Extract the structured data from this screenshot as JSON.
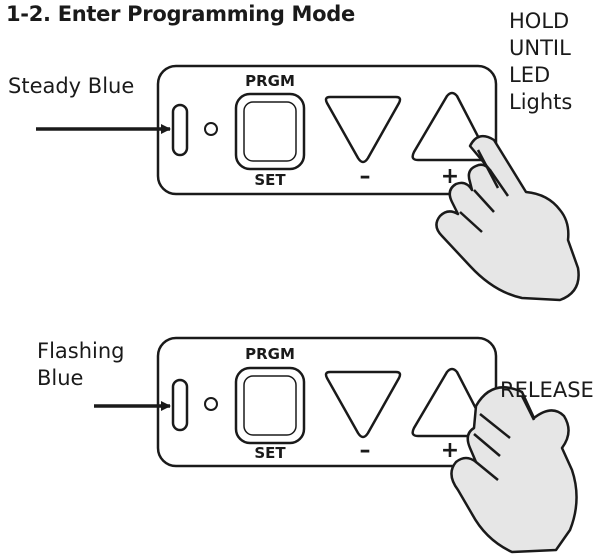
{
  "title": "1-2. Enter Programming Mode",
  "step1": {
    "led_label": "Steady Blue",
    "instruction": [
      "HOLD",
      "UNTIL",
      "LED",
      "Lights"
    ],
    "panel": {
      "prgm_label": "PRGM",
      "set_label": "SET",
      "minus_label": "–",
      "plus_label": "+"
    }
  },
  "step2": {
    "led_label_lines": [
      "Flashing",
      "Blue"
    ],
    "instruction": "RELEASE",
    "panel": {
      "prgm_label": "PRGM",
      "set_label": "SET",
      "minus_label": "–",
      "plus_label": "+"
    }
  },
  "colors": {
    "ink": "#1a1a1a",
    "hand_fill": "#e6e6e6",
    "background": "#ffffff"
  },
  "icons": [
    "arrow-icon",
    "led-icon",
    "slot-icon",
    "down-triangle-icon",
    "up-triangle-icon",
    "hand-icon"
  ]
}
